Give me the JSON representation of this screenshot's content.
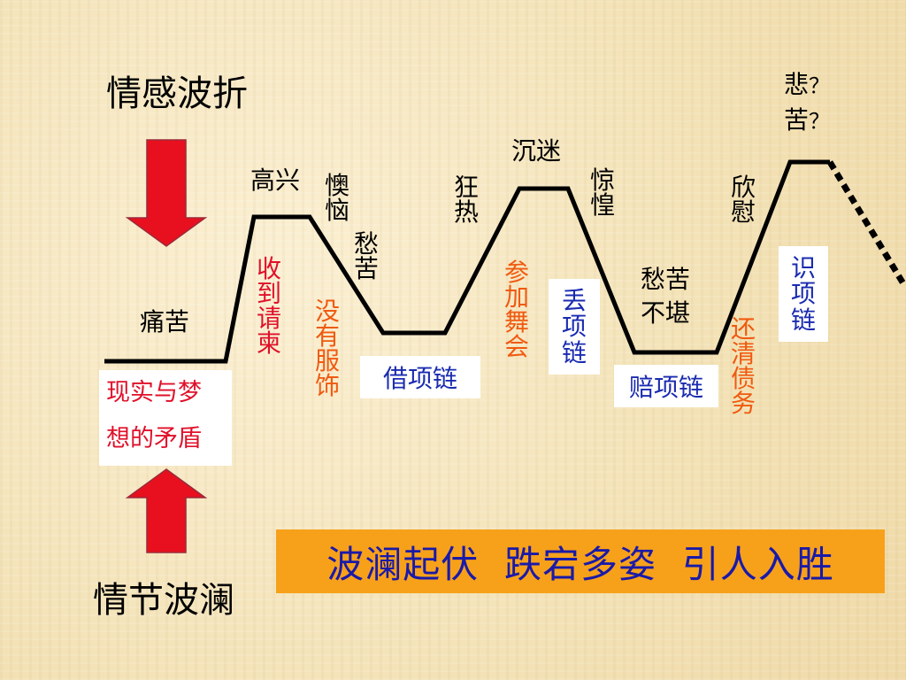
{
  "top_title": "情感波折",
  "bottom_title": "情节波澜",
  "banner": "波澜起伏  跌宕多姿  引人入胜",
  "left_box": {
    "line1": "现实与梦",
    "line2": "想的矛盾"
  },
  "emotions": {
    "tongku": "痛苦",
    "gaoxing": "高兴",
    "aonao": "懊恼",
    "chouku1": "愁苦",
    "kuangre": "狂热",
    "chenmi": "沉迷",
    "jinghuang": "惊惶",
    "choukubukan_1": "愁苦",
    "choukubukan_2": "不堪",
    "xinwei": "欣慰",
    "bei": "悲",
    "ku": "苦",
    "question": "？"
  },
  "events": {
    "shoudaoqingjian": "收到请柬",
    "meiyoufushi": "没有服饰",
    "jiexianglian": "借项链",
    "canjiawuhui": "参加舞会",
    "diuxianglian": "丢项链",
    "peixianglian": "赔项链",
    "huanqingzhaiwu": "还清债务",
    "shixianglian": "识项链"
  },
  "colors": {
    "arrow": "#e8101e",
    "event_red": "#e0102a",
    "event_orange": "#f05a10",
    "event_blue": "#1a2bb0",
    "banner_bg": "#f7a11a",
    "banner_text": "#1a1aa8"
  }
}
